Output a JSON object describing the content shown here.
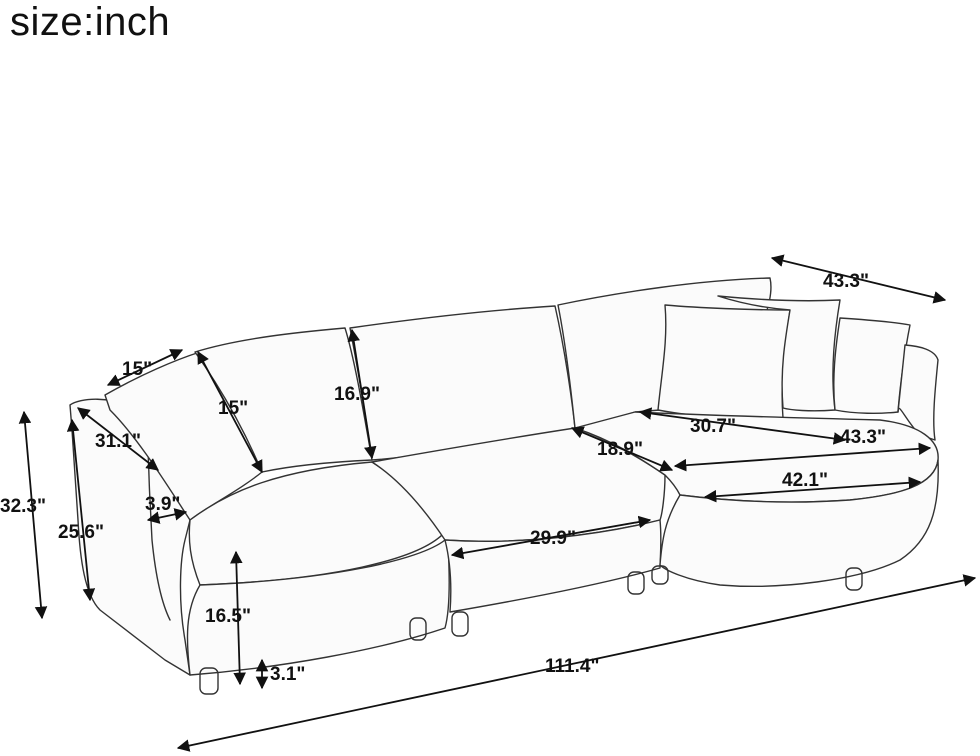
{
  "title": "size:inch",
  "dimensions": {
    "back_depth": "43.3\"",
    "arm_width": "15\"",
    "arm_depth": "15\"",
    "back_height": "16.9\"",
    "arm_length": "31.1\"",
    "arm_gap": "3.9\"",
    "total_height": "32.3\"",
    "arm_height": "25.6\"",
    "seat_height": "16.5\"",
    "leg_height": "3.1\"",
    "chaise_back": "30.7\"",
    "cushion_depth": "18.9\"",
    "chaise_length": "43.3\"",
    "chaise_width": "42.1\"",
    "seat_width": "29.9\"",
    "total_length": "111.4\""
  }
}
